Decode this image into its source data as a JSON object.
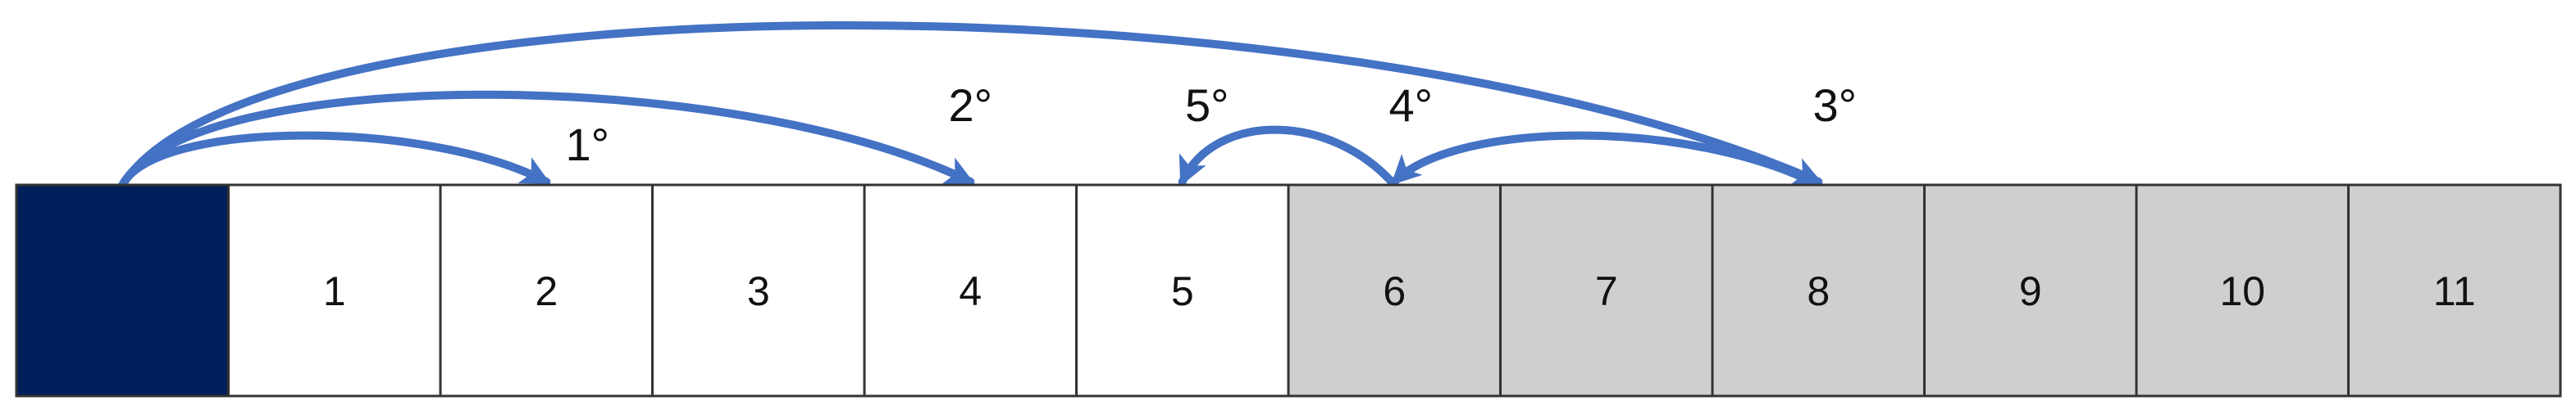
{
  "cells": [
    {
      "label": "",
      "state": "start"
    },
    {
      "label": "1",
      "state": "unvisited"
    },
    {
      "label": "2",
      "state": "unvisited"
    },
    {
      "label": "3",
      "state": "unvisited"
    },
    {
      "label": "4",
      "state": "unvisited"
    },
    {
      "label": "5",
      "state": "unvisited"
    },
    {
      "label": "6",
      "state": "visited"
    },
    {
      "label": "7",
      "state": "visited"
    },
    {
      "label": "8",
      "state": "visited"
    },
    {
      "label": "9",
      "state": "visited"
    },
    {
      "label": "10",
      "state": "visited"
    },
    {
      "label": "11",
      "state": "visited"
    }
  ],
  "jumps": [
    {
      "label": "1°",
      "from": 0,
      "to": 2
    },
    {
      "label": "2°",
      "from": 0,
      "to": 4
    },
    {
      "label": "3°",
      "from": 0,
      "to": 8
    },
    {
      "label": "4°",
      "from": 8,
      "to": 6
    },
    {
      "label": "5°",
      "from": 6,
      "to": 5
    }
  ],
  "colors": {
    "start": "#001f5b",
    "unvisited": "#ffffff",
    "visited": "#d0cece",
    "arrow": "#4472c4",
    "border": "#333333"
  }
}
